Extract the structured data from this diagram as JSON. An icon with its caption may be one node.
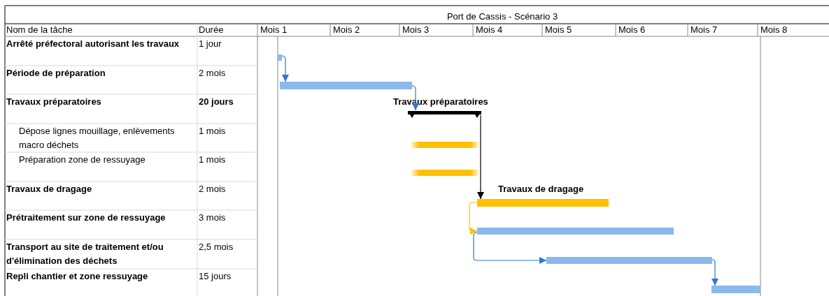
{
  "diagram": {
    "title": "Port de Cassis - Scénario 3",
    "nodes": [
      {
        "text": [],
        "shape": "bar"
      },
      {
        "text": [],
        "shape": "bar"
      },
      {
        "text": [],
        "shape": "bar",
        "beside": [
          "Travaux préparatoires"
        ]
      },
      {
        "text": [],
        "shape": "bar"
      },
      {
        "text": [],
        "shape": "bar"
      },
      {
        "text": [],
        "shape": "bar",
        "beside": [
          "Travaux de dragage"
        ]
      },
      {
        "text": [],
        "shape": "bar"
      },
      {
        "text": [],
        "shape": "bar"
      },
      {
        "text": [],
        "shape": "bar"
      }
    ],
    "edges": [
      {
        "from": 0,
        "to": 1,
        "arrow": "to"
      },
      {
        "from": 1,
        "to": 2,
        "arrow": "to"
      },
      {
        "from": 2,
        "to": 5,
        "arrow": "to",
        "color": "#000000"
      },
      {
        "from": 5,
        "to": 6,
        "arrow": "to",
        "color": "#ffc000"
      },
      {
        "from": 6,
        "to": 7,
        "arrow": "to"
      },
      {
        "from": 7,
        "to": 8,
        "arrow": "to"
      }
    ],
    "labels": [
      "Nom de la tâche",
      "Durée",
      "Mois 1",
      "Mois 2",
      "Mois 3",
      "Mois 4",
      "Mois 5",
      "Mois 6",
      "Mois 7",
      "Mois 8",
      "Arrêté préfectoral autorisant les travaux",
      "1 jour",
      "Période de préparation",
      "2 mois",
      "Travaux préparatoires",
      "20 jours",
      "Dépose lignes mouillage, enlèvements macro déchets",
      "1 mois",
      "Préparation zone de ressuyage",
      "1 mois",
      "Travaux de dragage",
      "2 mois",
      "Prétraitement sur zone de ressuyage",
      "3 mois",
      "Transport au site de traitement et/ou d'élimination des déchets",
      "2,5 mois",
      "Repli chantier et zone ressuyage",
      "15 jours"
    ]
  }
}
